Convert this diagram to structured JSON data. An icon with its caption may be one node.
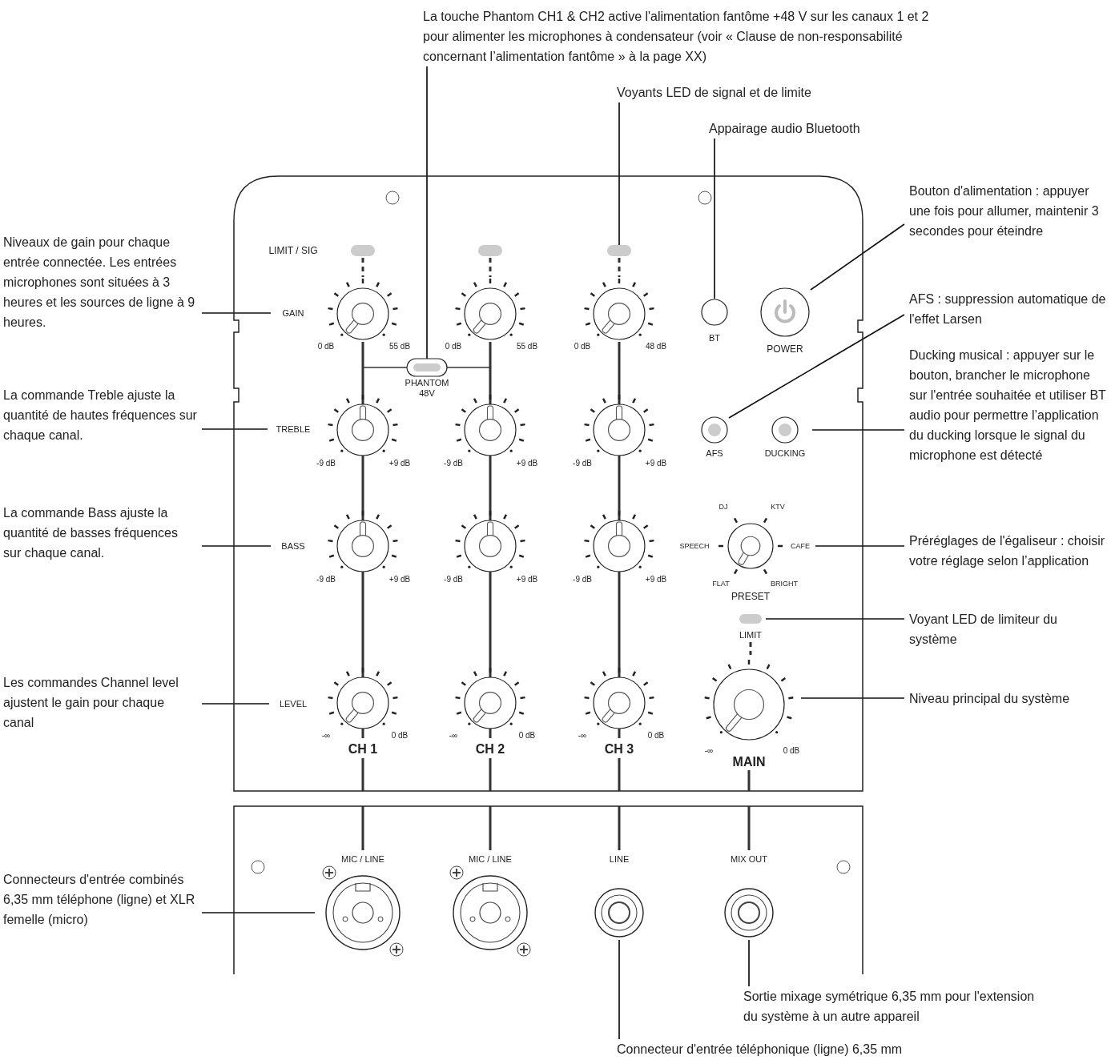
{
  "diagram": {
    "nodes": [
      {
        "text": [
          "La touche Phantom CH1 & CH2 active l'alimentation fantôme +48 V sur les canaux 1 et 2 pour alimenter les microphones à condensateur (voir « Clause de non-responsabilité concernant l’alimentation fantôme » à la page XX)"
        ]
      },
      {
        "text": [
          "Voyants LED de signal et de limite"
        ]
      },
      {
        "text": [
          "Appairage audio Bluetooth"
        ]
      },
      {
        "text": [
          "Bouton d'alimentation : appuyer une fois pour allumer, maintenir 3 secondes pour éteindre"
        ]
      },
      {
        "text": [
          "Niveaux de gain pour chaque entrée connectée. Les entrées microphones sont situées à 3 heures et les sources de ligne à 9 heures."
        ]
      },
      {
        "text": [
          "AFS : suppression automatique de l'effet Larsen"
        ]
      },
      {
        "text": [
          "Ducking musical : appuyer sur le bouton, brancher le microphone sur l'entrée souhaitée et utiliser BT audio pour permettre l’application du ducking lorsque le signal du microphone est détecté"
        ]
      },
      {
        "text": [
          "La commande Treble ajuste la quantité de hautes fréquences sur chaque canal."
        ]
      },
      {
        "text": [
          "La commande Bass ajuste la quantité de basses fréquences sur chaque canal."
        ]
      },
      {
        "text": [
          "Préréglages de l'égaliseur : choisir votre réglage selon l’application"
        ]
      },
      {
        "text": [
          "Voyant LED de limiteur du système"
        ]
      },
      {
        "text": [
          "Les commandes Channel level ajustent le gain pour chaque canal"
        ]
      },
      {
        "text": [
          "Niveau principal du système"
        ]
      },
      {
        "text": [
          "Connecteurs d'entrée combinés 6,35 mm téléphone (ligne) et XLR femelle (micro)"
        ]
      },
      {
        "text": [
          "Sortie mixage symétrique 6,35 mm pour l'extension du système à un autre appareil"
        ]
      },
      {
        "text": [
          "Connecteur d'entrée téléphonique (ligne) 6,35 mm"
        ]
      },
      {
        "text": [],
        "shape": "box"
      },
      {
        "text": [
          "GAIN"
        ],
        "in": 16
      },
      {
        "text": [
          "TREBLE"
        ],
        "in": 16
      },
      {
        "text": [
          "BASS"
        ],
        "in": 16
      },
      {
        "text": [
          "LEVEL"
        ],
        "in": 16
      },
      {
        "text": [
          "PHANTOM 48V"
        ],
        "in": 16
      },
      {
        "text": [],
        "shape": "box",
        "in": 16
      },
      {
        "text": [],
        "shape": "box",
        "in": 16
      },
      {
        "text": [],
        "shape": "box",
        "in": 16
      },
      {
        "text": [
          "BT"
        ],
        "in": 16
      },
      {
        "text": [
          "POWER"
        ],
        "in": 16
      },
      {
        "text": [
          "AFS"
        ],
        "in": 16
      },
      {
        "text": [
          "DUCKING"
        ],
        "in": 16
      },
      {
        "text": [
          "PRESET"
        ],
        "beside": [
          "DJ",
          "KTV",
          "SPEECH",
          "CAFE",
          "FLAT",
          "BRIGHT"
        ],
        "in": 16
      },
      {
        "text": [
          "LIMIT"
        ],
        "in": 16
      },
      {
        "text": [
          "MAIN"
        ],
        "beside": [
          "-∞",
          "0 dB"
        ],
        "in": 16
      },
      {
        "text": [],
        "shape": "box"
      },
      {
        "text": [
          "MIC / LINE"
        ],
        "in": 32
      },
      {
        "text": [
          "LINE"
        ],
        "in": 32
      },
      {
        "text": [
          "MIX OUT"
        ],
        "in": 32
      }
    ],
    "edges": [
      {
        "from": 0,
        "to": 21,
        "arrow": "none"
      },
      {
        "from": 1,
        "to": 24,
        "arrow": "none"
      },
      {
        "from": 2,
        "to": 25,
        "arrow": "none"
      },
      {
        "from": 3,
        "to": 26,
        "arrow": "none"
      },
      {
        "from": 4,
        "to": 17,
        "arrow": "none"
      },
      {
        "from": 5,
        "to": 27,
        "arrow": "none"
      },
      {
        "from": 6,
        "to": 28,
        "arrow": "none"
      },
      {
        "from": 7,
        "to": 18,
        "arrow": "none"
      },
      {
        "from": 8,
        "to": 19,
        "arrow": "none"
      },
      {
        "from": 9,
        "to": 29,
        "arrow": "none"
      },
      {
        "from": 10,
        "to": 30,
        "arrow": "none"
      },
      {
        "from": 11,
        "to": 20,
        "arrow": "none"
      },
      {
        "from": 12,
        "to": 31,
        "arrow": "none"
      },
      {
        "from": 13,
        "to": 33,
        "arrow": "none"
      },
      {
        "from": 14,
        "to": 35,
        "arrow": "none"
      },
      {
        "from": 15,
        "to": 34,
        "arrow": "none"
      }
    ],
    "labels": [
      "LIMIT / SIG",
      "0 dB",
      "55 dB",
      "0 dB",
      "55 dB",
      "0 dB",
      "48 dB",
      "-9 dB",
      "+9 dB",
      "-9 dB",
      "+9 dB",
      "-9 dB",
      "+9 dB",
      "-9 dB",
      "+9 dB",
      "-9 dB",
      "+9 dB",
      "-9 dB",
      "+9 dB",
      "-∞",
      "0 dB",
      "-∞",
      "0 dB",
      "-∞",
      "0 dB",
      "CH 1",
      "CH 2",
      "CH 3",
      "MIC / LINE"
    ]
  }
}
